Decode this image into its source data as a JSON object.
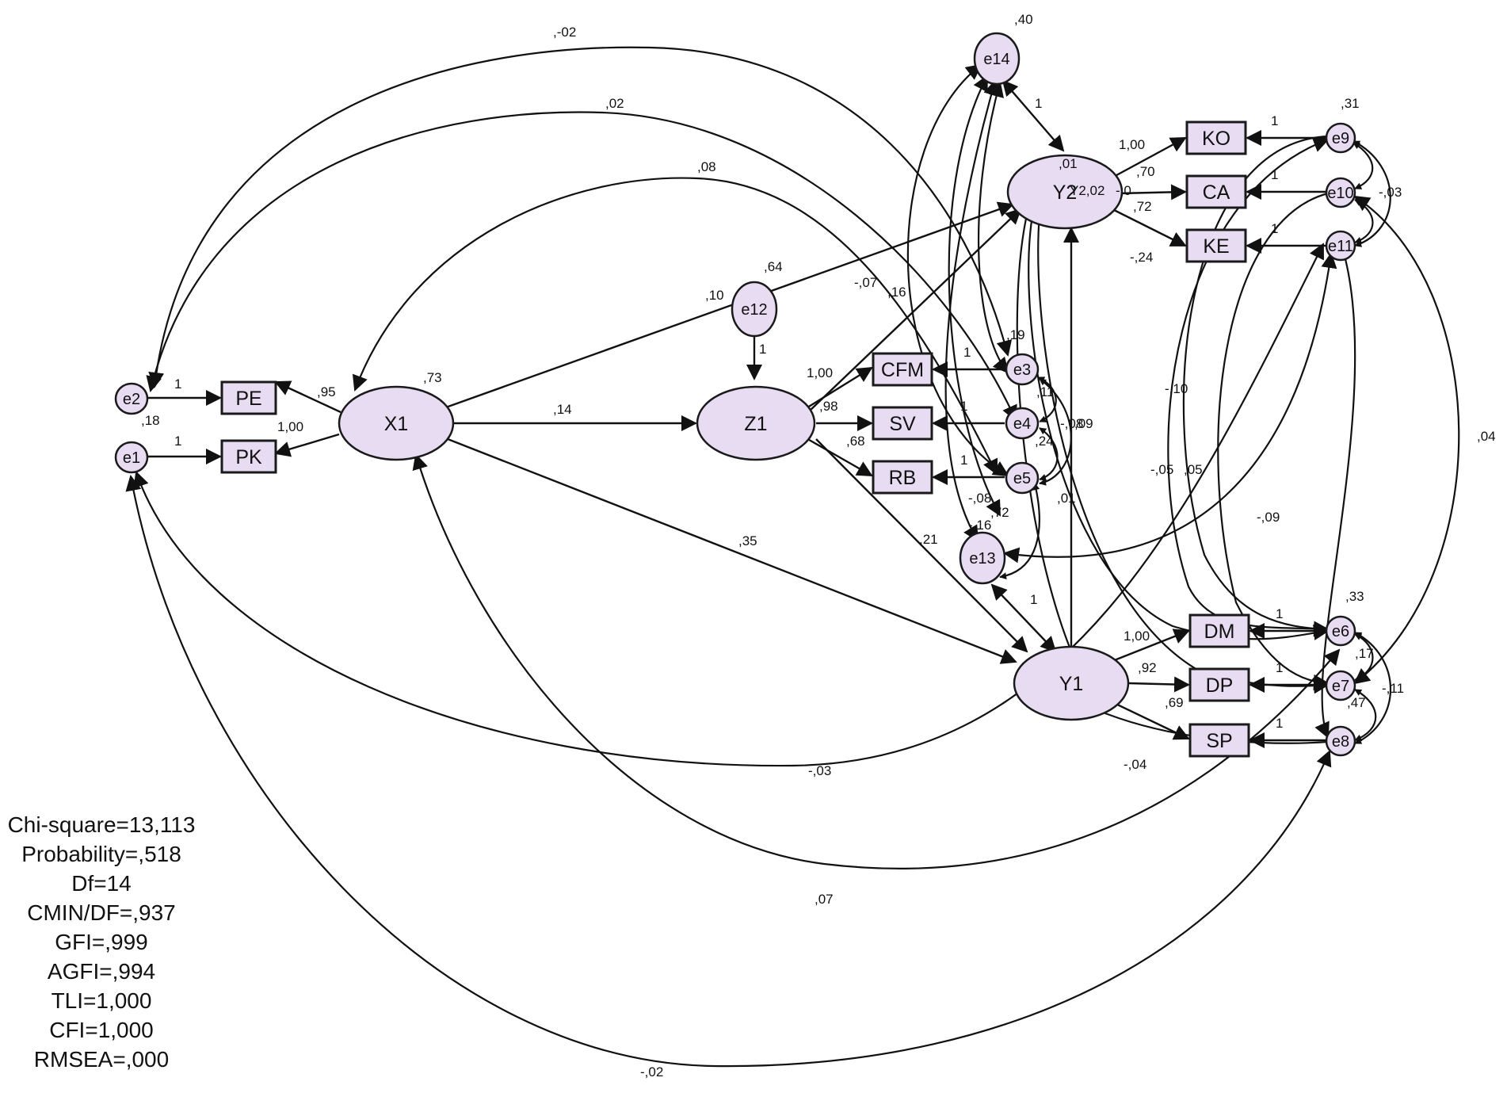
{
  "colors": {
    "node_fill": "#e8dcf2",
    "stroke": "#111111",
    "background": "#ffffff"
  },
  "latent": {
    "x1": "X1",
    "z1": "Z1",
    "y1": "Y1",
    "y2": "Y2"
  },
  "observed": {
    "pe": "PE",
    "pk": "PK",
    "cfm": "CFM",
    "sv": "SV",
    "rb": "RB",
    "ko": "KO",
    "ca": "CA",
    "ke": "KE",
    "dm": "DM",
    "dp": "DP",
    "sp": "SP"
  },
  "errors": {
    "e1": "e1",
    "e2": "e2",
    "e3": "e3",
    "e4": "e4",
    "e5": "e5",
    "e6": "e6",
    "e7": "e7",
    "e8": "e8",
    "e9": "e9",
    "e10": "e10",
    "e11": "e11",
    "e12": "e12",
    "e13": "e13",
    "e14": "e14"
  },
  "coefficients": {
    "c_top_02": ",-02",
    "c_02": ",02",
    "c_08": ",08",
    "c_e14_var": ",40",
    "c_e14_y2": "1",
    "c_y2_var": ",01",
    "c_y2_mid": "Y2,02",
    "c_y2_neg": "-,0",
    "c_y2_ko": "1,00",
    "c_y2_ca": ",70",
    "c_y2_ke": ",72",
    "c_y2_ke2": "-,24",
    "c_e9_var": ",31",
    "c_e9_ko": "1",
    "c_e10_ca": "1",
    "c_e11_ke": "1",
    "c_e9_e10": "-,03",
    "c_e12_var": ",64",
    "c_e12_z1": "1",
    "c_e12_var2": ",10",
    "c_x1_y2": "-,07",
    "c_16": ",16",
    "c_19": ",19",
    "c_x1_var": ",73",
    "c_x1_pe": ",95",
    "c_x1_pk": "1,00",
    "c_e2_pe": "1",
    "c_e1_pk": "1",
    "c_e2_var": ",18",
    "c_x1_z1": ",14",
    "c_z1_cfm": "1,00",
    "c_z1_sv": ",98",
    "c_z1_rb": ",68",
    "c_e3_cfm": "1",
    "c_e4_sv": "1",
    "c_e5_rb": "1",
    "c_e3_e4": ",11",
    "c_e4_e5": ",24",
    "c_08b": "-,08",
    "c_09": ",09",
    "c_01": ",01",
    "c_m08": "-,08",
    "c_72": ",72",
    "c_m16": "-,16",
    "c_x1_y1": ",35",
    "c_z1_y1": ",21",
    "c_e13_y1": "1",
    "c_m10": "-,10",
    "c_m05": "-,05",
    "c_05": ",05",
    "c_04": ",04",
    "c_m09": "-,09",
    "c_e6_var": ",33",
    "c_y1_dm": "1,00",
    "c_y1_dp": ",92",
    "c_y1_sp": ",69",
    "c_e6_dm": "1",
    "c_e7_dp": "1",
    "c_e8_sp": "1",
    "c_e6_e7": ",17",
    "c_e8_var": ",47",
    "c_e7_e8": "-,11",
    "c_m03": "-,03",
    "c_m04": "-,04",
    "c_07": ",07",
    "c_bottom_02": "-,02"
  },
  "fit_stats": {
    "chi_square": "Chi-square=13,113",
    "probability": "Probability=,518",
    "df": "Df=14",
    "cmin_df": "CMIN/DF=,937",
    "gfi": "GFI=,999",
    "agfi": "AGFI=,994",
    "tli": "TLI=1,000",
    "cfi": "CFI=1,000",
    "rmsea": "RMSEA=,000"
  }
}
